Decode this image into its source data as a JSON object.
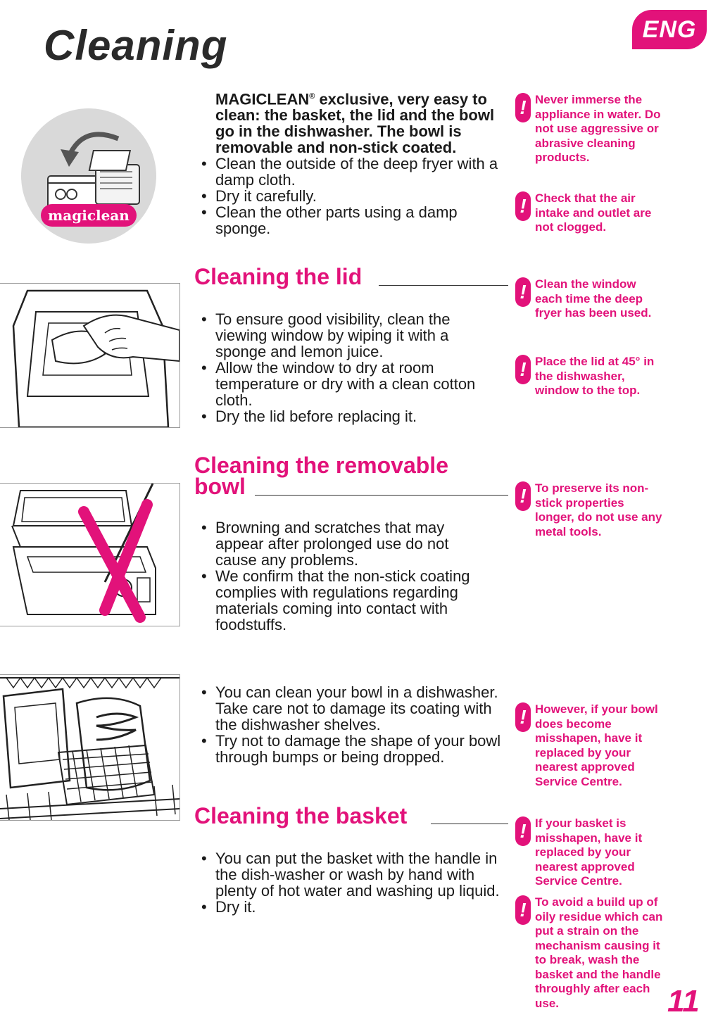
{
  "header": {
    "title": "Cleaning",
    "lang_badge": "ENG"
  },
  "intro": {
    "logo_text": "magiclean",
    "brand": "MAGICLEAN",
    "registered": "®",
    "lead_rest": " exclusive, very easy to clean: the basket, the lid and the bowl go in the dishwasher. The bowl is removable and non-stick coated.",
    "bullets": [
      "Clean the outside of the deep fryer with a damp cloth.",
      "Dry it carefully.",
      "Clean the other parts using a damp sponge."
    ]
  },
  "sections": {
    "lid": {
      "heading": "Cleaning the lid",
      "bullets": [
        "To ensure good visibility, clean the viewing window by wiping it with a sponge and lemon juice.",
        "Allow the window to dry at room temperature or dry with a clean cotton cloth.",
        "Dry the lid before replacing it."
      ]
    },
    "bowl": {
      "heading_line1": "Cleaning the removable",
      "heading_line2": "bowl",
      "bullets": [
        "Browning and scratches that may appear after prolonged use do not cause any problems.",
        "We confirm that the non-stick coating complies with regulations regarding materials coming into contact with foodstuffs."
      ]
    },
    "dishwasher": {
      "bullets": [
        "You can clean your bowl in a dishwasher. Take care not to damage its coating with the dishwasher shelves.",
        "Try not to damage the shape of your bowl through bumps or being dropped."
      ]
    },
    "basket": {
      "heading": "Cleaning the basket",
      "bullets": [
        "You can put the basket with the handle in the dish-washer or wash by hand with plenty of hot water and washing up liquid.",
        "Dry it."
      ]
    }
  },
  "notes": {
    "immerse": "Never immerse the appliance in water. Do not use aggressive or abrasive cleaning products.",
    "air": "Check that the air intake and outlet are not clogged.",
    "window": "Clean the window each time the deep fryer has been used.",
    "lid45": "Place the lid at 45° in the dishwasher, window to the top.",
    "metal": "To preserve its non-stick properties longer, do not use any metal tools.",
    "misshapen_bowl": "However, if your bowl does become misshapen, have it replaced by your nearest approved Service Centre.",
    "misshapen_basket": "If your basket is misshapen, have it replaced by your nearest approved Service Centre.",
    "oily": "To avoid a build up of oily residue which can put a strain on the mechanism causing it to break, wash the basket and the handle throughly after each use.",
    "icon_glyph": "!"
  },
  "footer": {
    "page_number": "11"
  },
  "colors": {
    "accent": "#e2127a",
    "text": "#1a1a1a",
    "logo_circle": "#d9d9d9"
  }
}
